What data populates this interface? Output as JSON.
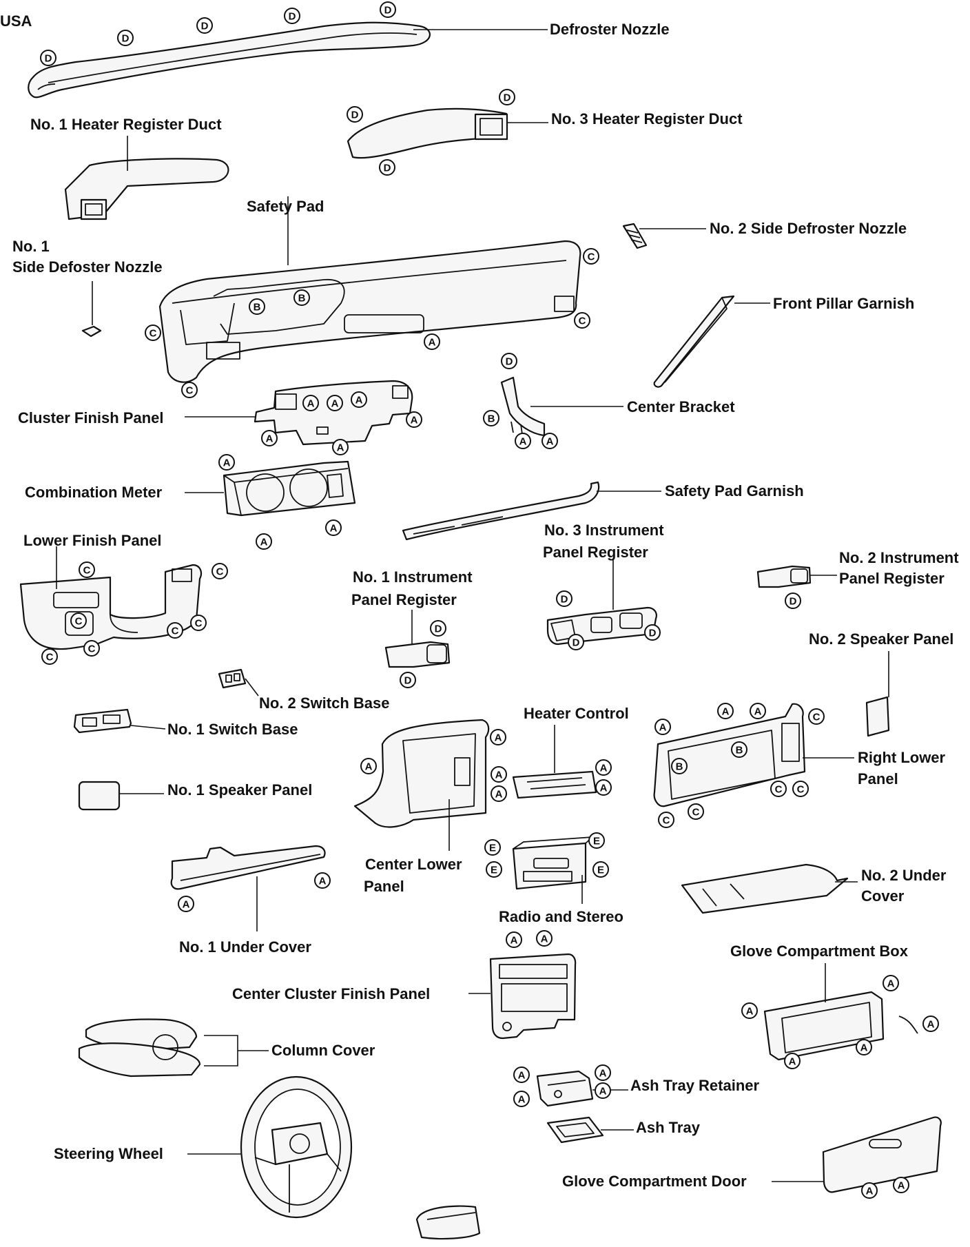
{
  "region": "USA",
  "labels": {
    "defroster_nozzle": "Defroster Nozzle",
    "no1_heater_register_duct": "No. 1 Heater Register Duct",
    "no3_heater_register_duct": "No. 3 Heater Register Duct",
    "safety_pad": "Safety Pad",
    "no2_side_defroster_nozzle": "No. 2 Side Defroster Nozzle",
    "no1_side_defroster_nozzle_l1": "No. 1",
    "no1_side_defroster_nozzle_l2": "Side Defoster Nozzle",
    "front_pillar_garnish": "Front Pillar Garnish",
    "center_bracket": "Center Bracket",
    "cluster_finish_panel": "Cluster Finish Panel",
    "combination_meter": "Combination Meter",
    "safety_pad_garnish": "Safety Pad Garnish",
    "lower_finish_panel": "Lower Finish Panel",
    "no3_instrument_panel_register_l1": "No. 3 Instrument",
    "no3_instrument_panel_register_l2": "Panel Register",
    "no2_instrument_panel_register_l1": "No. 2 Instrument",
    "no2_instrument_panel_register_l2": "Panel Register",
    "no1_instrument_panel_register_l1": "No. 1 Instrument",
    "no1_instrument_panel_register_l2": "Panel Register",
    "no2_speaker_panel": "No. 2 Speaker Panel",
    "no2_switch_base": "No. 2 Switch Base",
    "no1_switch_base": "No. 1 Switch Base",
    "heater_control": "Heater Control",
    "right_lower_panel_l1": "Right Lower",
    "right_lower_panel_l2": "Panel",
    "no1_speaker_panel": "No. 1 Speaker Panel",
    "center_lower_panel_l1": "Center Lower",
    "center_lower_panel_l2": "Panel",
    "no2_under_cover_l1": "No. 2 Under",
    "no2_under_cover_l2": "Cover",
    "radio_and_stereo": "Radio and Stereo",
    "no1_under_cover": "No. 1 Under Cover",
    "glove_compartment_box": "Glove Compartment Box",
    "center_cluster_finish_panel": "Center Cluster Finish Panel",
    "column_cover": "Column Cover",
    "ash_tray_retainer": "Ash Tray Retainer",
    "ash_tray": "Ash Tray",
    "steering_wheel": "Steering Wheel",
    "glove_compartment_door": "Glove Compartment Door"
  },
  "markers": {
    "A": "A",
    "B": "B",
    "C": "C",
    "D": "D",
    "E": "E"
  }
}
